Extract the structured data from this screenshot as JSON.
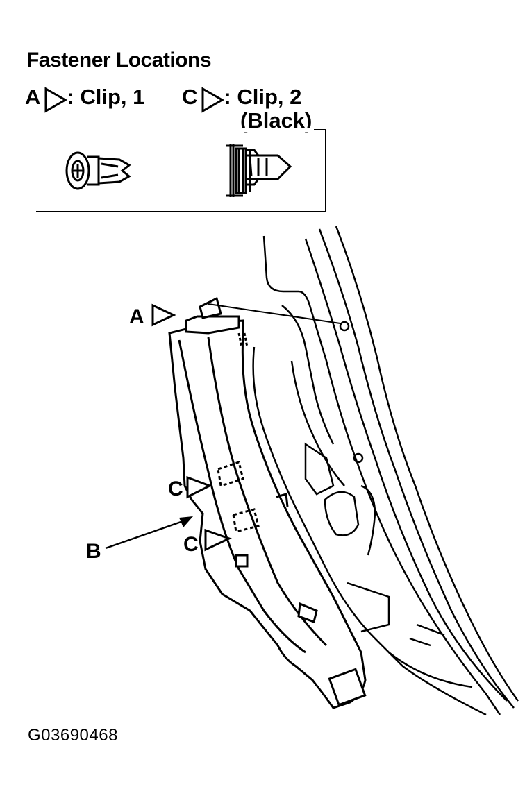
{
  "title": "Fastener Locations",
  "legend": {
    "a_letter": "A",
    "a_text": ": Clip, 1",
    "c_letter": "C",
    "c_text": ": Clip, 2",
    "c_sub": "(Black)"
  },
  "callouts": {
    "a": "A",
    "c_upper": "C",
    "c_lower": "C",
    "b": "B"
  },
  "figure_code": "G03690468"
}
